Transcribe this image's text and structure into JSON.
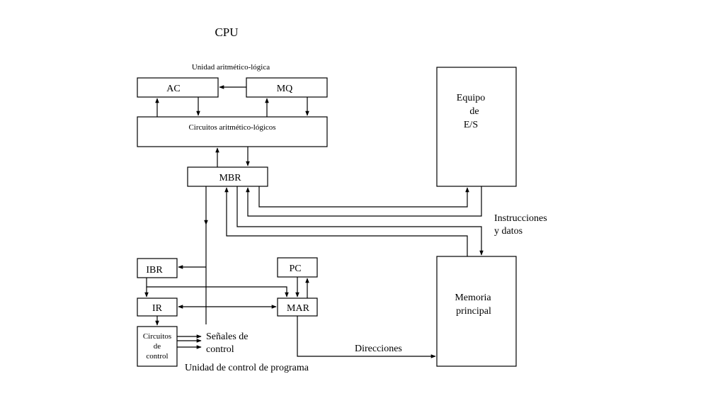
{
  "title": "CPU",
  "alu_caption": "Unidad aritmético-lógica",
  "boxes": {
    "ac": "AC",
    "mq": "MQ",
    "alc": "Circuitos aritmético-lógicos",
    "mbr": "MBR",
    "io": [
      "Equipo",
      "de",
      "E/S"
    ],
    "ibr": "IBR",
    "pc": "PC",
    "ir": "IR",
    "mar": "MAR",
    "control_circuits": [
      "Circuitos",
      "de",
      "control"
    ],
    "memory": [
      "Memoria",
      "principal"
    ]
  },
  "labels": {
    "instr_data": [
      "Instrucciones",
      "y datos"
    ],
    "control_signals": [
      "Señales de",
      "control"
    ],
    "addresses": "Direcciones",
    "control_unit": "Unidad de control de programa"
  }
}
